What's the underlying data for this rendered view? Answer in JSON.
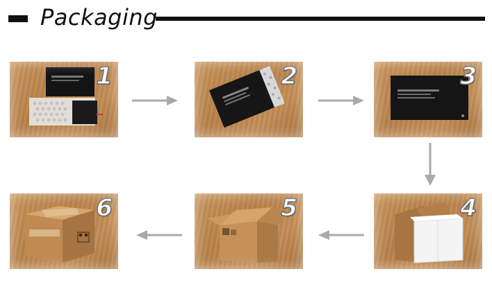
{
  "header": {
    "title": "Packaging"
  },
  "steps": [
    {
      "number": "1",
      "icon": "tablet-and-bubble-wrap-image"
    },
    {
      "number": "2",
      "icon": "tablet-in-bubble-bag-image"
    },
    {
      "number": "3",
      "icon": "tablet-sealed-image"
    },
    {
      "number": "4",
      "icon": "foam-box-in-carton-image"
    },
    {
      "number": "5",
      "icon": "open-carton-image"
    },
    {
      "number": "6",
      "icon": "sealed-carton-image"
    }
  ],
  "colors": {
    "arrow": "#a9a9a9",
    "header": "#111111",
    "wood": "#c08a52"
  }
}
